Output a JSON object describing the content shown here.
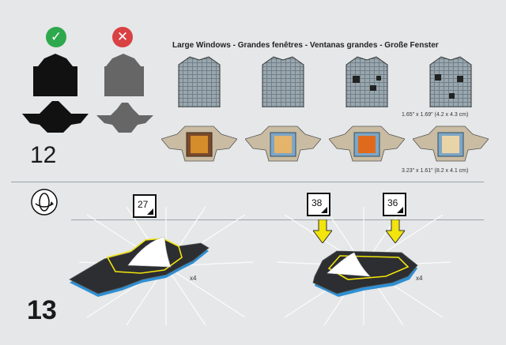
{
  "heading": "Large Windows - Grandes fenêtres - Ventanas grandes - Große Fenster",
  "step_12": "12",
  "step_13": "13",
  "dim_upper": "1.65\" x 1.69\" (4.2 x 4.3 cm)",
  "dim_lower": "3.23\" x 1.61\" (8.2 x 4.1 cm)",
  "tags": {
    "left": "27",
    "mid": "38",
    "right": "36"
  },
  "qty_left": "x4",
  "qty_right": "x4",
  "colors": {
    "check": "#2ea84d",
    "cross": "#d94143",
    "arrow": "#f2e40c",
    "tile_blue": "#2f8fd3"
  }
}
